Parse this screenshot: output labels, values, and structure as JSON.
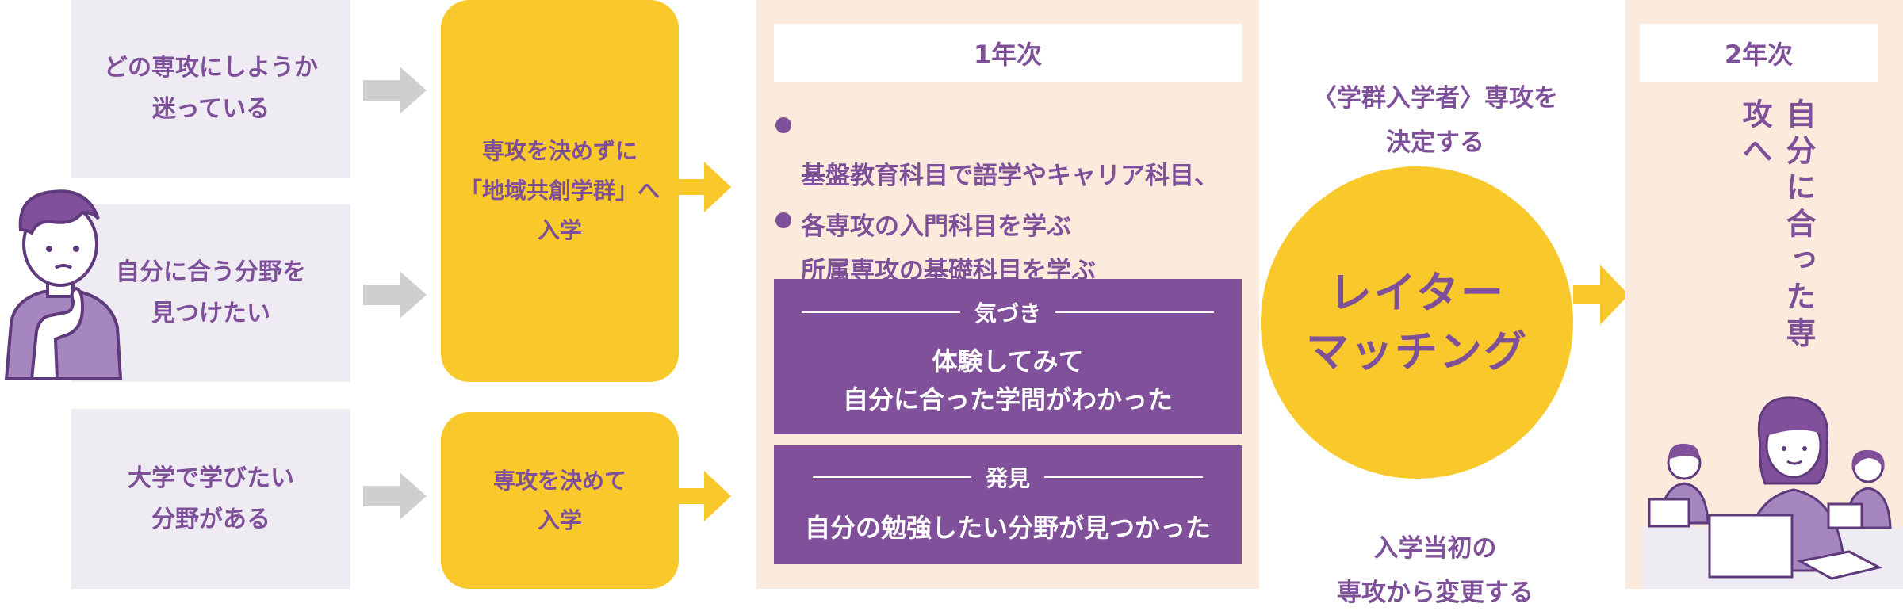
{
  "worries": [
    {
      "text": "どの専攻にしようか\n迷っている"
    },
    {
      "text": "自分に合う分野を\n見つけたい"
    },
    {
      "text": "大学で学びたい\n分野がある"
    }
  ],
  "entry_paths": [
    {
      "text": "専攻を決めずに\n「地域共創学群」へ\n入学"
    },
    {
      "text": "専攻を決めて\n入学"
    }
  ],
  "year1": {
    "header": "1年次",
    "bullets": [
      "基盤教育科目で語学やキャリア科目、\n各専攻の入門科目を学ぶ",
      "所属専攻の基礎科目を学ぶ"
    ],
    "kizuki": {
      "title": "気づき",
      "body": "体験してみて\n自分に合った学問がわかった"
    },
    "hakken": {
      "title": "発見",
      "body": "自分の勉強したい分野が見つかった"
    }
  },
  "matching": {
    "top_note": "〈学群入学者〉専攻を\n決定する",
    "circle_label": "レイター\nマッチング",
    "bottom_note": "入学当初の\n専攻から変更する"
  },
  "year2": {
    "header": "2年次",
    "vertical_text": "自分に合った専攻へ"
  },
  "colors": {
    "purple": "#80509b",
    "yellow": "#f9c82b",
    "lavender": "#efebf3",
    "peach": "#fceadc",
    "gray_arrow": "#cfcfd1"
  }
}
